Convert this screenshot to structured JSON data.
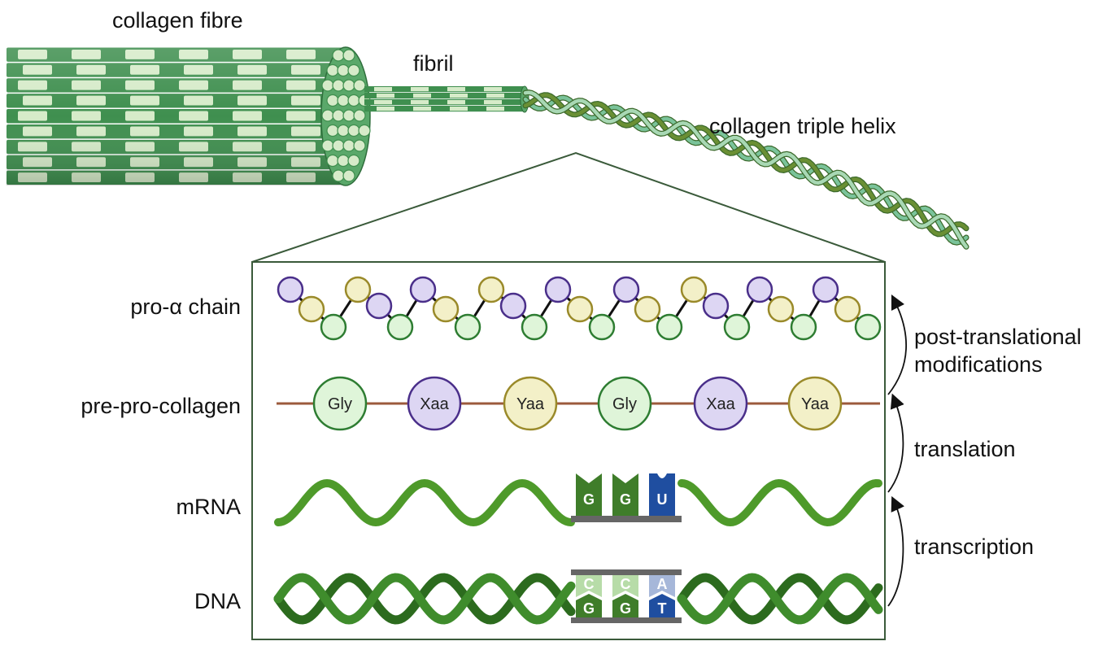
{
  "labels": {
    "collagen_fibre": "collagen fibre",
    "fibril": "fibril",
    "triple_helix": "collagen triple helix",
    "pro_alpha_chain": "pro-α chain",
    "pre_pro_collagen": "pre-pro-collagen",
    "mrna": "mRNA",
    "dna": "DNA"
  },
  "processes": {
    "post_translational_line1": "post-translational",
    "post_translational_line2": "modifications",
    "translation": "translation",
    "transcription": "transcription"
  },
  "residues": [
    "Gly",
    "Xaa",
    "Yaa",
    "Gly",
    "Xaa",
    "Yaa"
  ],
  "codon": [
    "G",
    "G",
    "U"
  ],
  "dna_top": [
    "C",
    "C",
    "A"
  ],
  "dna_bottom": [
    "G",
    "G",
    "T"
  ],
  "colors": {
    "fibre_dark": "#3f8f4f",
    "fibre_light": "#d6ebc9",
    "gly_fill": "#dff5d9",
    "gly_stroke": "#2e7d32",
    "xaa_fill": "#ddd6f3",
    "xaa_stroke": "#4a2f8a",
    "yaa_fill": "#f3f0c8",
    "yaa_stroke": "#9a8a2a",
    "backbone": "#9b5a3c",
    "mrna": "#4e9a2a",
    "dna": "#2f7a22",
    "uracil": "#1f4ea0",
    "box": "#3a5a3a"
  }
}
